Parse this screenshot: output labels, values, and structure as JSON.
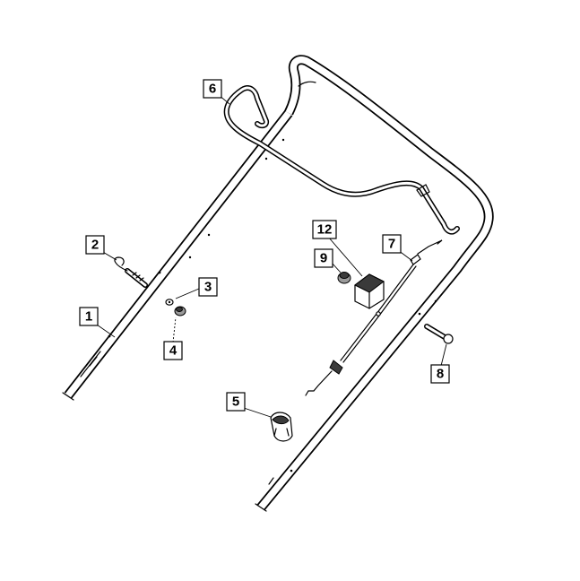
{
  "diagram": {
    "callouts": [
      {
        "id": "c1",
        "label": "1"
      },
      {
        "id": "c2",
        "label": "2"
      },
      {
        "id": "c3",
        "label": "3"
      },
      {
        "id": "c4",
        "label": "4"
      },
      {
        "id": "c5",
        "label": "5"
      },
      {
        "id": "c6",
        "label": "6"
      },
      {
        "id": "c7",
        "label": "7"
      },
      {
        "id": "c8",
        "label": "8"
      },
      {
        "id": "c9",
        "label": "9"
      },
      {
        "id": "c12",
        "label": "12"
      }
    ]
  }
}
